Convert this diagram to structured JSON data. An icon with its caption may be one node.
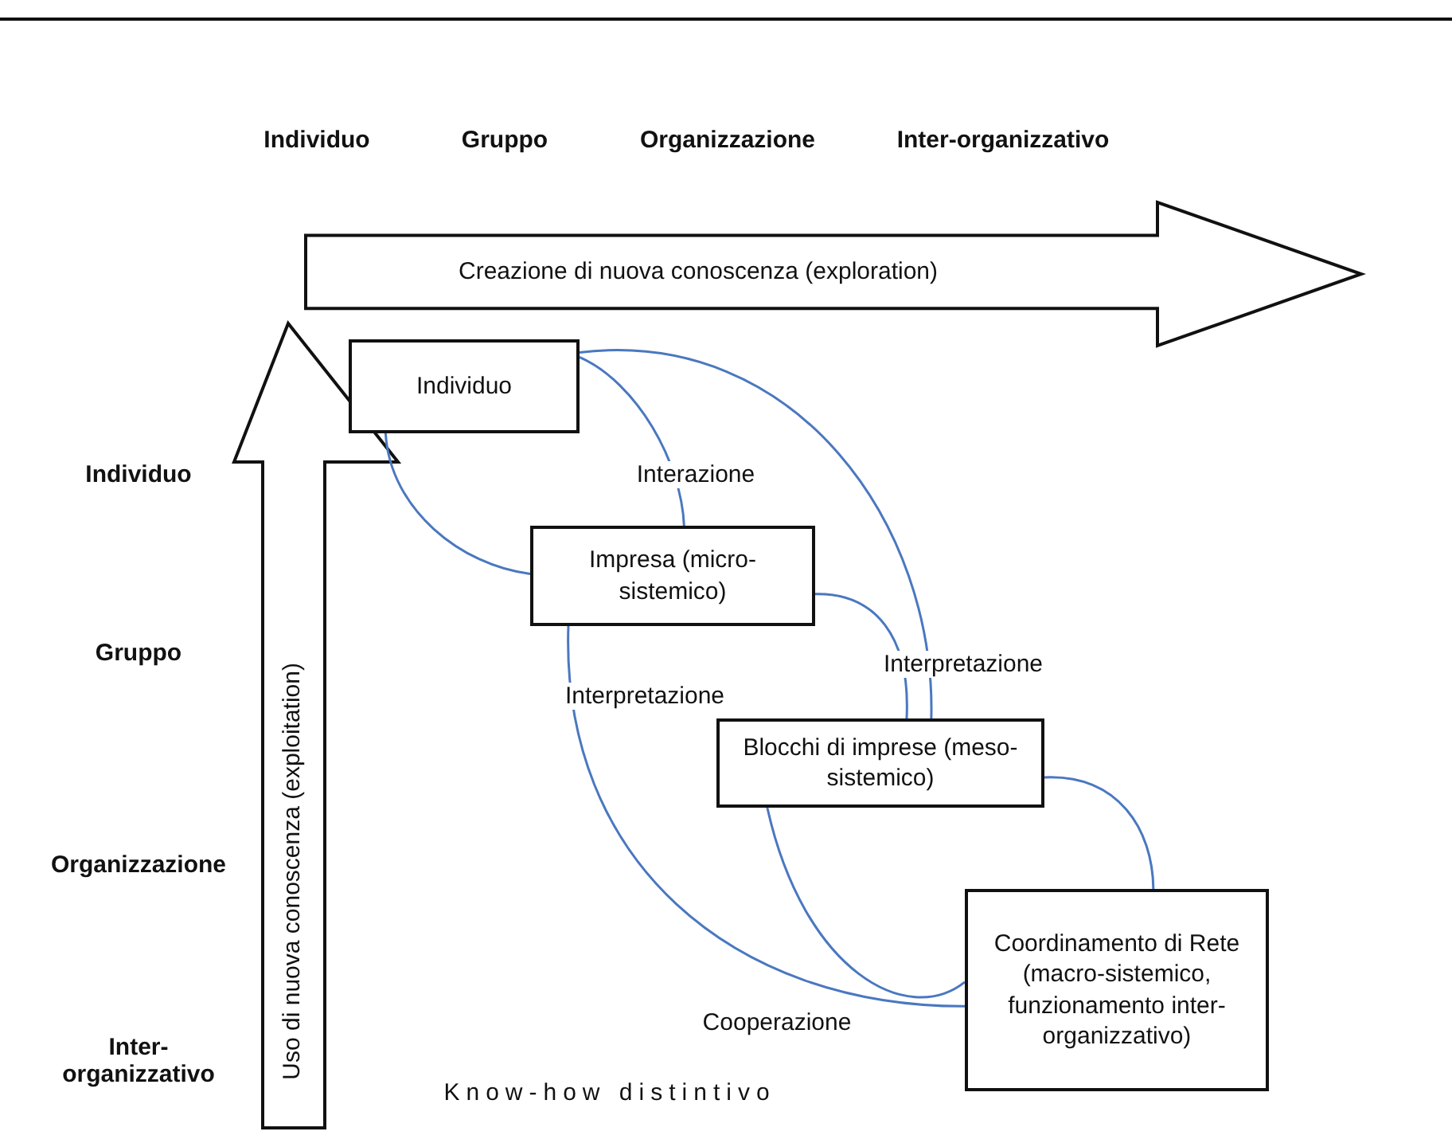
{
  "diagram": {
    "nodes": [
      {
        "text": [
          "Creazione di nuova conoscenza (exploration)"
        ]
      },
      {
        "text": [
          "Uso di nuova conoscenza (exploitation)"
        ]
      },
      {
        "text": [
          "Individuo"
        ]
      },
      {
        "text": [
          "Impresa (micro-sistemico)"
        ]
      },
      {
        "text": [
          "Blocchi di imprese (meso-sistemico)"
        ]
      },
      {
        "text": [
          "Coordinamento di Rete (macro-sistemico, funzionamento inter-organizzativo)"
        ]
      }
    ],
    "edges": [
      {
        "from": 2,
        "to": 3,
        "arrow": "none"
      },
      {
        "from": 2,
        "to": 3,
        "arrow": "none",
        "label": "Interazione"
      },
      {
        "from": 2,
        "to": 4,
        "arrow": "none",
        "label": "Interpretazione"
      },
      {
        "from": 3,
        "to": 4,
        "arrow": "none"
      },
      {
        "from": 3,
        "to": 5,
        "arrow": "none",
        "label": "Interpretazione"
      },
      {
        "from": 4,
        "to": 5,
        "arrow": "none",
        "label": "Cooperazione"
      },
      {
        "from": 4,
        "to": 5,
        "arrow": "none"
      }
    ],
    "labels": [
      "Individuo",
      "Gruppo",
      "Organizzazione",
      "Inter-organizzativo",
      "Individuo",
      "Gruppo",
      "Organizzazione",
      "Inter-organizzativo",
      "Know-how distintivo"
    ]
  }
}
